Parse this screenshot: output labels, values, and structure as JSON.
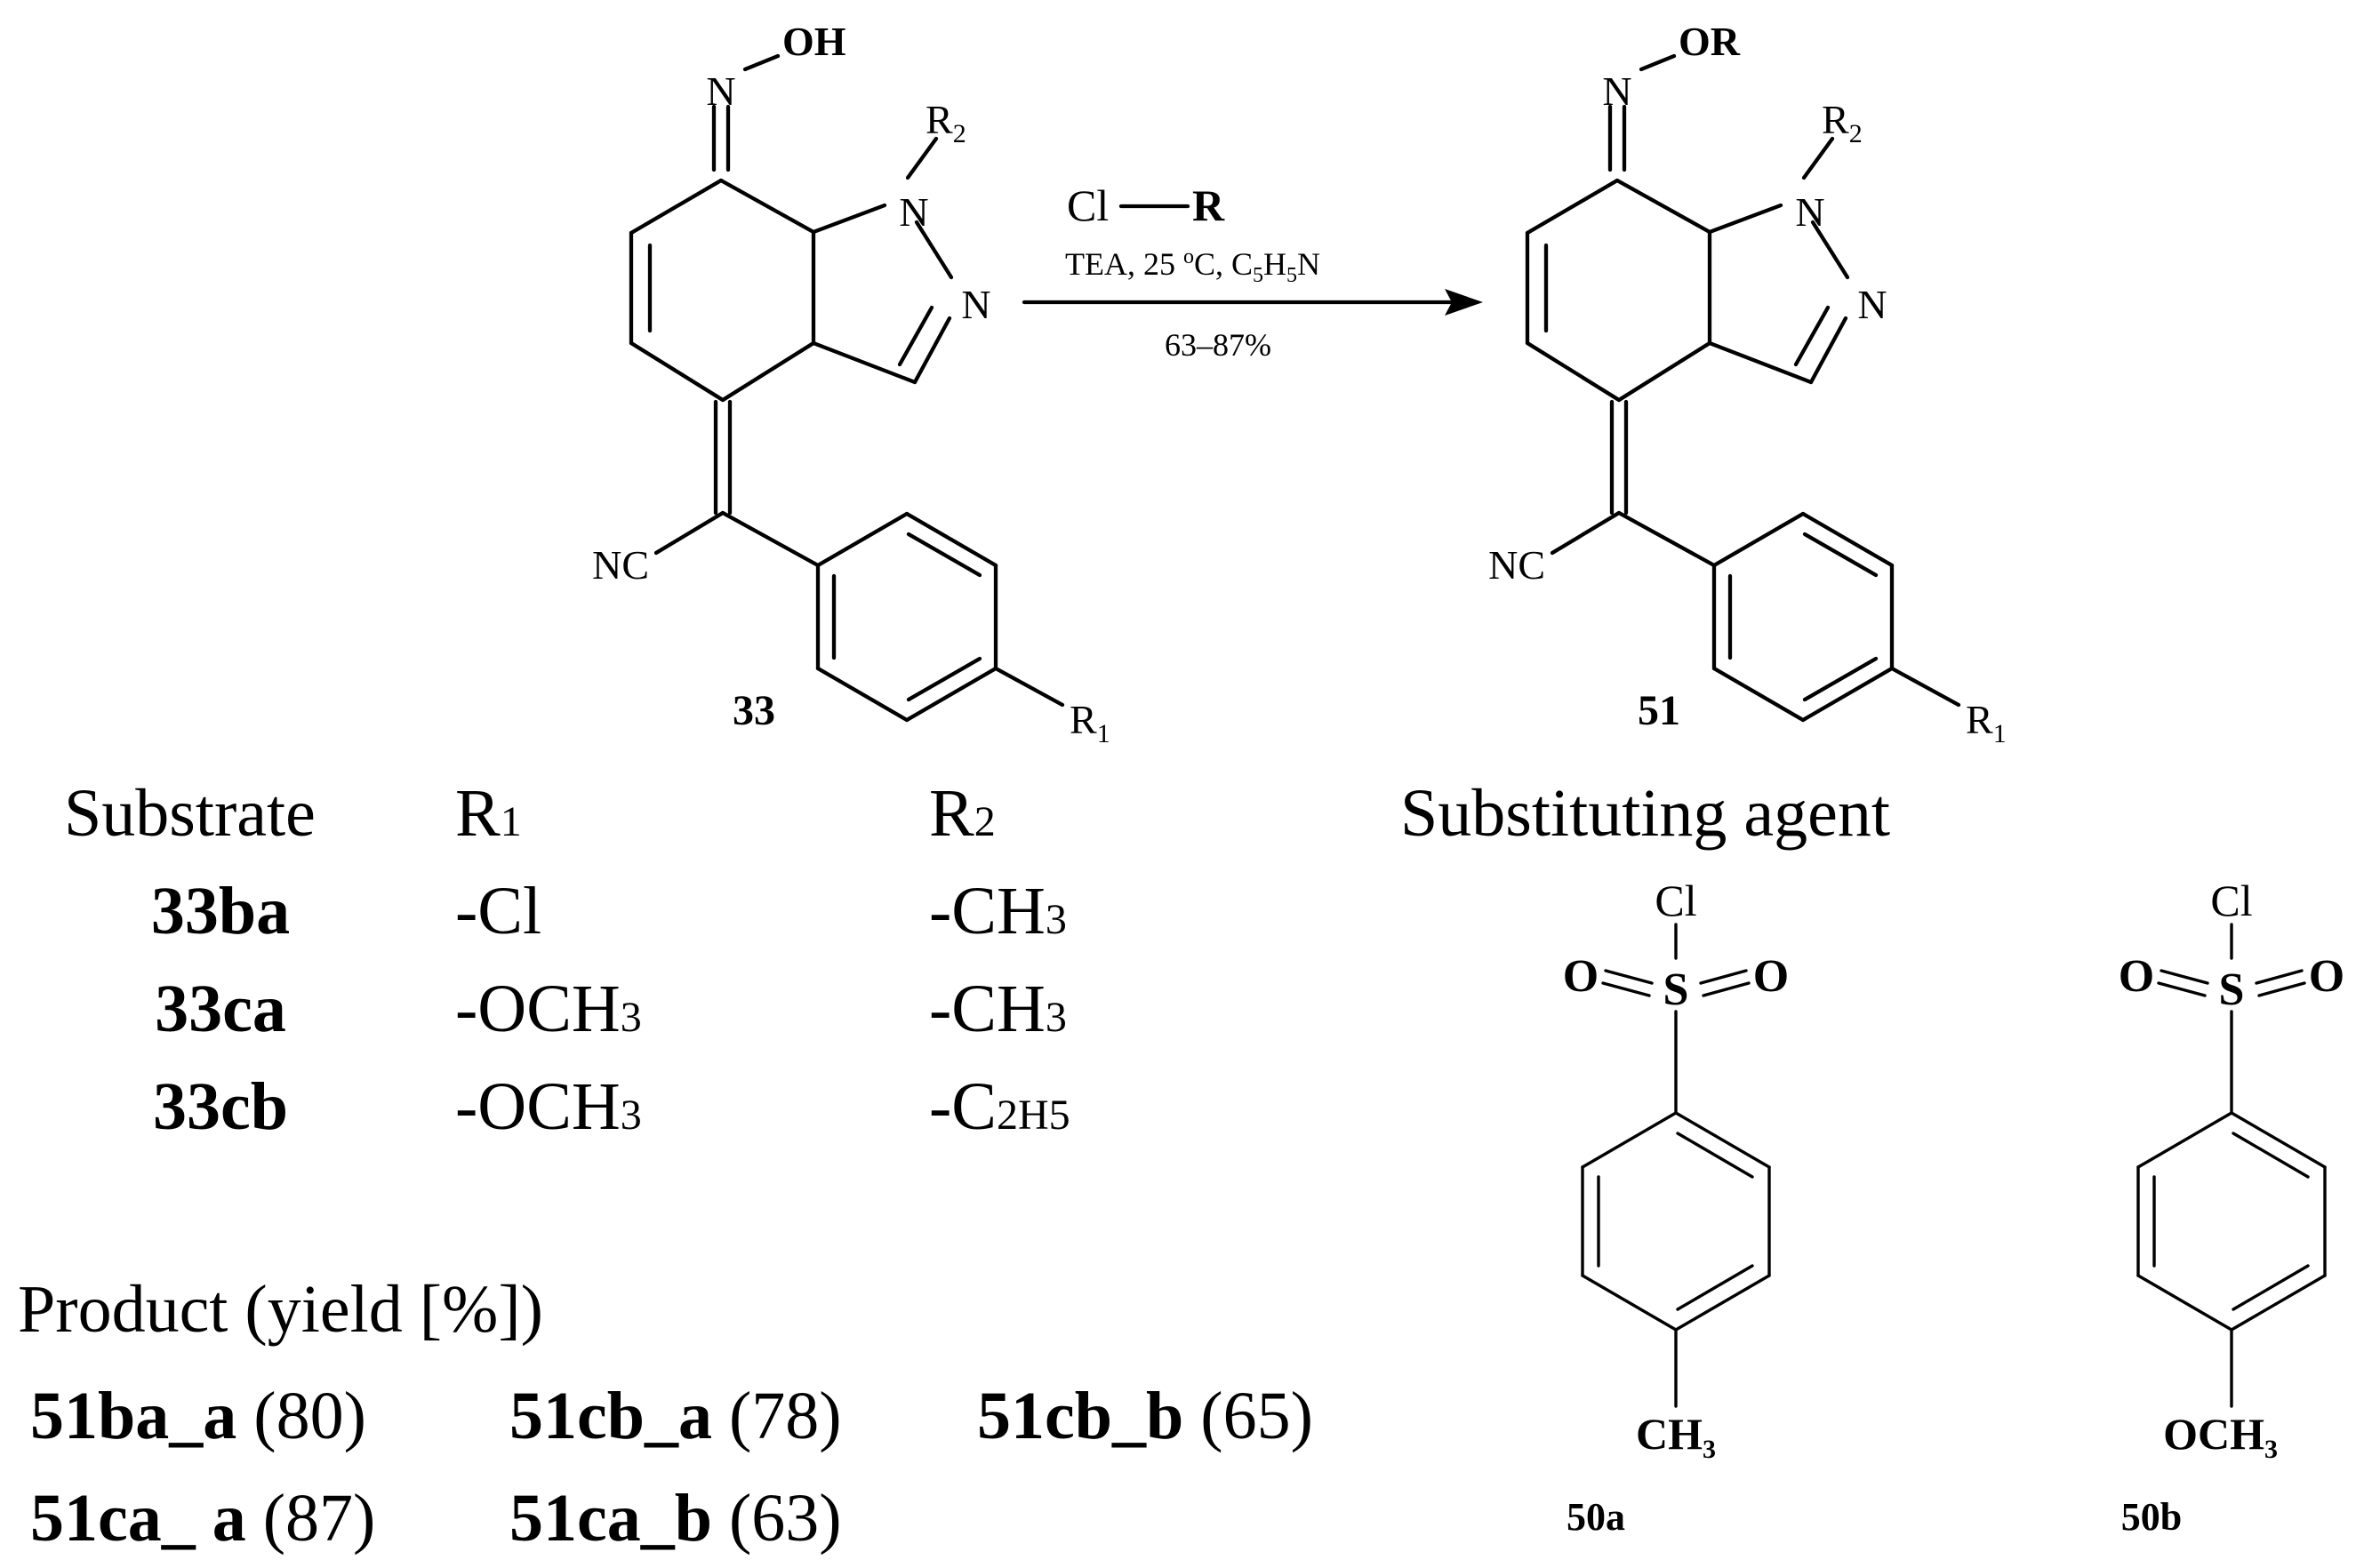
{
  "reactant": {
    "label": "33",
    "oxime": "N",
    "oxime_group": "OH",
    "n1": "N",
    "n2": "N",
    "r2": "R",
    "r2_sub": "2",
    "nitrile": "NC",
    "r1": "R",
    "r1_sub": "1"
  },
  "product": {
    "label": "51",
    "oxime": "N",
    "oxime_group": "OR",
    "n1": "N",
    "n2": "N",
    "r2": "R",
    "r2_sub": "2",
    "nitrile": "NC",
    "r1": "R",
    "r1_sub": "1"
  },
  "reaction": {
    "reagent_cl": "Cl",
    "reagent_r": "R",
    "conditions_main": "TEA, 25 ",
    "conditions_deg": "o",
    "conditions_c": "C, C",
    "conditions_sub5a": "5",
    "conditions_h": "H",
    "conditions_sub5b": "5",
    "conditions_n": "N",
    "yield_range": "63–87%"
  },
  "substrate_table": {
    "headers": {
      "substrate": "Substrate",
      "r1": "R",
      "r1_sub": "1",
      "r2": "R",
      "r2_sub": "2"
    },
    "rows": [
      {
        "id": "33ba",
        "r1": "-Cl",
        "r1_sub": "",
        "r2": "-CH",
        "r2_sub": "3",
        "r2_tail": ""
      },
      {
        "id": "33ca",
        "r1": "-OCH",
        "r1_sub": "3",
        "r2": "-CH",
        "r2_sub": "3",
        "r2_tail": ""
      },
      {
        "id": "33cb",
        "r1": "-OCH",
        "r1_sub": "3",
        "r2": "-C",
        "r2_sub": "2",
        "r2_tail": "H5"
      }
    ]
  },
  "products": {
    "title": "Product (yield [%])",
    "items": [
      {
        "id": "51ba_a",
        "yield": "(80)"
      },
      {
        "id": "51cb_a",
        "yield": "(78)"
      },
      {
        "id": "51cb_b",
        "yield": "(65)"
      },
      {
        "id": "51ca_ a",
        "yield": "(87)"
      },
      {
        "id": "51ca_b",
        "yield": "(63)"
      }
    ]
  },
  "agents": {
    "title": "Substituting agent",
    "items": [
      {
        "label": "50a",
        "cl": "Cl",
        "s": "S",
        "o": "O",
        "tail": "CH",
        "tail_sub": "3"
      },
      {
        "label": "50b",
        "cl": "Cl",
        "s": "S",
        "o": "O",
        "tail": "OCH",
        "tail_sub": "3"
      }
    ]
  }
}
